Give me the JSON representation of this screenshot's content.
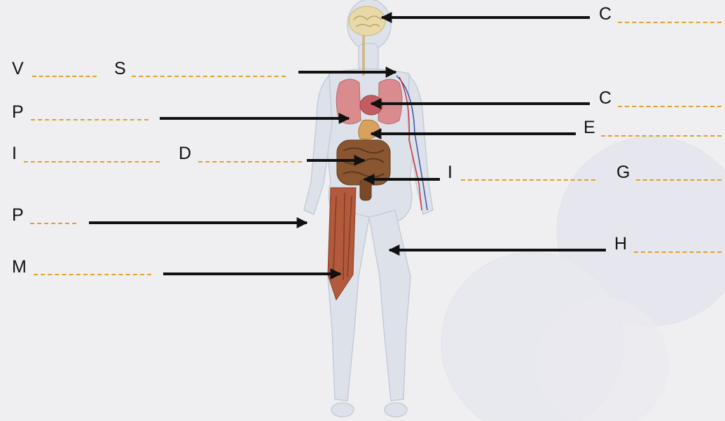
{
  "colors": {
    "background": "#efeff1",
    "blank": "#e0a12a",
    "arrow": "#111111",
    "body": "#dde2ea",
    "brain": "#e9d9a8",
    "lungs": "#d98b8d",
    "intestines": "#8a5632",
    "muscle": "#b45a3c",
    "vessels": "#3d52a8"
  },
  "labels": {
    "cerebro": "C",
    "vasos": "V",
    "sistema": "S",
    "pulmones": "P",
    "corazon": "C",
    "estomago": "E",
    "intestino_izq": "I",
    "digestivo": "D",
    "intestino_der": "I",
    "grueso": "G",
    "piel": "P",
    "hueso": "H",
    "musculo": "M"
  }
}
